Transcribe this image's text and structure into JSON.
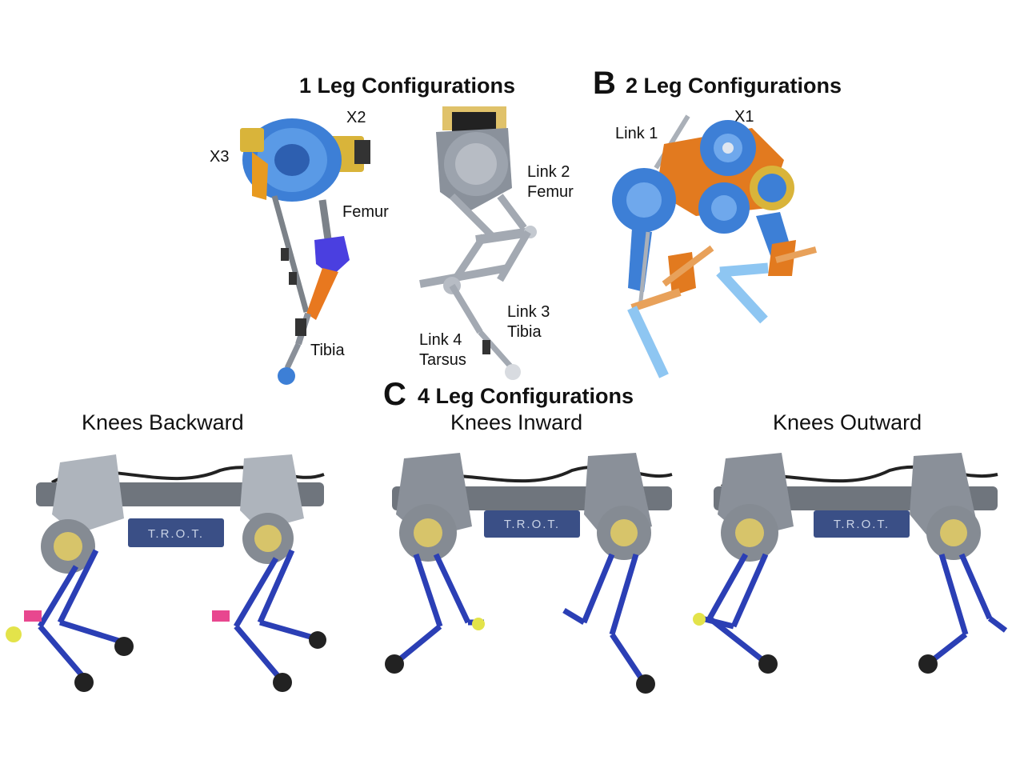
{
  "panel_a": {
    "heading": "1 Leg Configurations",
    "labels": {
      "x2": "X2",
      "x3": "X3",
      "femur": "Femur",
      "tibia": "Tibia",
      "link2": "Link 2",
      "femur2": "Femur",
      "link3": "Link 3",
      "tibia2": "Tibia",
      "link4": "Link 4",
      "tarsus": "Tarsus"
    }
  },
  "panel_b": {
    "letter": "B",
    "heading": "2 Leg Configurations",
    "labels": {
      "link1": "Link 1",
      "x1": "X1"
    }
  },
  "panel_c": {
    "letter": "C",
    "heading": "4 Leg Configurations",
    "robots": [
      {
        "title": "Knees Backward",
        "plate": "T.R.O.T."
      },
      {
        "title": "Knees Inward",
        "plate": "T.R.O.T."
      },
      {
        "title": "Knees Outward",
        "plate": "T.R.O.T."
      }
    ]
  },
  "colors": {
    "blue": "#3d7fd6",
    "light_blue": "#7fb8ef",
    "orange": "#e27a1f",
    "gold": "#d9b43a",
    "grey": "#8a9099",
    "dark_blue_leg": "#2b3fb5",
    "plate": "#3a4f86"
  }
}
